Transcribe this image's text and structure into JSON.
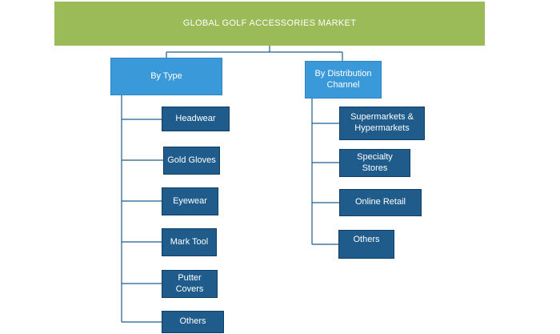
{
  "title": "GLOBAL GOLF ACCESSORIES MARKET",
  "colors": {
    "title_bg": "#9bbb59",
    "category_bg": "#3a9ad9",
    "leaf_bg": "#1f5c8c",
    "connector": "#1f5c8c"
  },
  "categories": [
    {
      "label": "By Type",
      "items": [
        "Headwear",
        "Gold Gloves",
        "Eyewear",
        "Mark Tool",
        "Putter Covers",
        "Others"
      ]
    },
    {
      "label": "By Distribution Channel",
      "items": [
        "Supermarkets & Hypermarkets",
        "Specialty Stores",
        "Online Retail",
        "Others"
      ]
    }
  ]
}
